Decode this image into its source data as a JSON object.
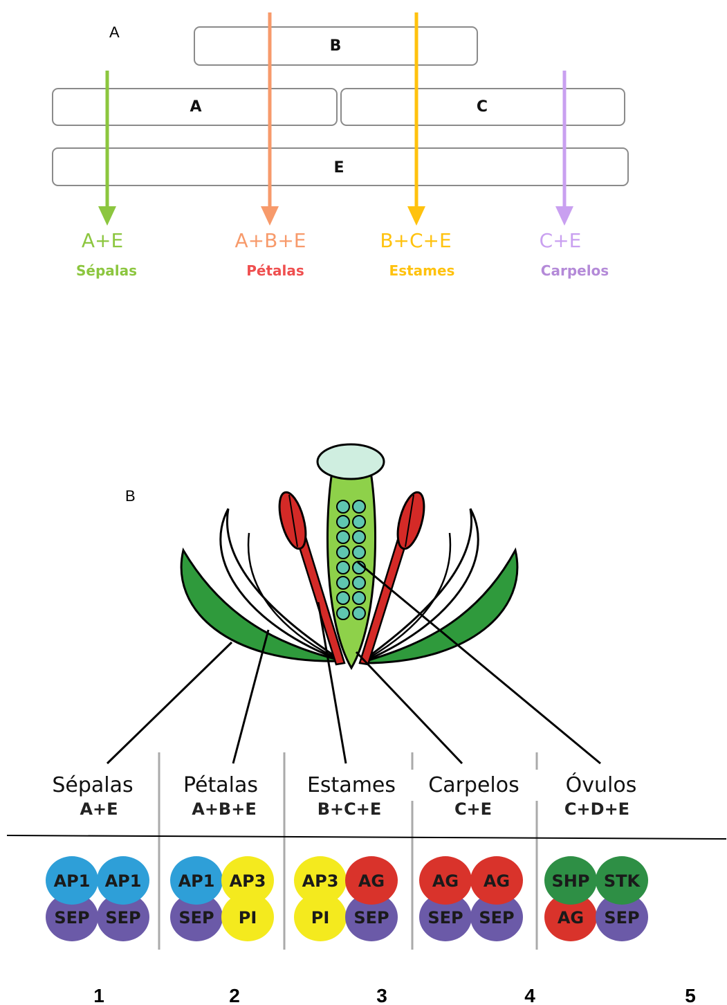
{
  "panel_a": {
    "label": "A",
    "bars": {
      "b": "B",
      "a": "A",
      "c": "C",
      "e": "E"
    },
    "outputs": [
      {
        "combo": "A+E",
        "organ": "Sépalas",
        "color": "#8cc63f",
        "organ_color": "#8cc63f"
      },
      {
        "combo": "A+B+E",
        "organ": "Pétalas",
        "color": "#f79a6b",
        "organ_color": "#ef4f4f"
      },
      {
        "combo": "B+C+E",
        "organ": "Estames",
        "color": "#ffc20e",
        "organ_color": "#ffc20e"
      },
      {
        "combo": "C+E",
        "organ": "Carpelos",
        "color": "#c9a0f0",
        "organ_color": "#b48ad8"
      }
    ]
  },
  "panel_b": {
    "label": "B",
    "organs": [
      {
        "name": "Sépalas",
        "combo": "A+E"
      },
      {
        "name": "Pétalas",
        "combo": "A+B+E"
      },
      {
        "name": "Estames",
        "combo": "B+C+E"
      },
      {
        "name": "Carpelos",
        "combo": "C+E"
      },
      {
        "name": "Óvulos",
        "combo": "C+D+E"
      }
    ],
    "complexes": [
      {
        "proteins": [
          {
            "name": "AP1",
            "color": "#2e9fd8"
          },
          {
            "name": "AP1",
            "color": "#2e9fd8"
          },
          {
            "name": "SEP",
            "color": "#6b5aa8"
          },
          {
            "name": "SEP",
            "color": "#6b5aa8"
          }
        ]
      },
      {
        "proteins": [
          {
            "name": "AP1",
            "color": "#2e9fd8"
          },
          {
            "name": "AP3",
            "color": "#f4ea1e"
          },
          {
            "name": "SEP",
            "color": "#6b5aa8"
          },
          {
            "name": "PI",
            "color": "#f4ea1e"
          }
        ]
      },
      {
        "proteins": [
          {
            "name": "AP3",
            "color": "#f4ea1e"
          },
          {
            "name": "AG",
            "color": "#d9332b"
          },
          {
            "name": "PI",
            "color": "#f4ea1e"
          },
          {
            "name": "SEP",
            "color": "#6b5aa8"
          }
        ]
      },
      {
        "proteins": [
          {
            "name": "AG",
            "color": "#d9332b"
          },
          {
            "name": "AG",
            "color": "#d9332b"
          },
          {
            "name": "SEP",
            "color": "#6b5aa8"
          },
          {
            "name": "SEP",
            "color": "#6b5aa8"
          }
        ]
      },
      {
        "proteins": [
          {
            "name": "SHP",
            "color": "#2e8f45"
          },
          {
            "name": "STK",
            "color": "#2e8f45"
          },
          {
            "name": "AG",
            "color": "#d9332b"
          },
          {
            "name": "SEP",
            "color": "#6b5aa8"
          }
        ]
      }
    ],
    "numbers": [
      "1",
      "2",
      "3",
      "4",
      "5"
    ]
  },
  "colors": {
    "sepal_green": "#2f9a3c",
    "carpel_green": "#8ed14a",
    "stamen_red": "#d42a27",
    "stigma": "#cfeee0",
    "ovule": "#5fc6b0"
  }
}
